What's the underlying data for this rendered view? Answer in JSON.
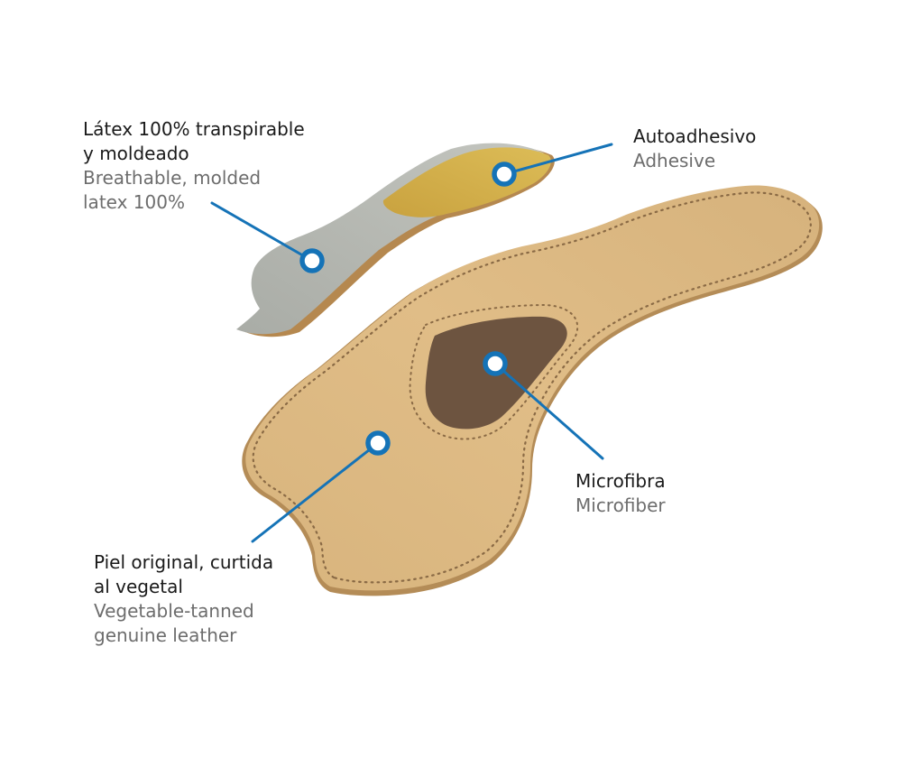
{
  "colors": {
    "callout_line": "#1573b7",
    "leather": "#dcb881",
    "latex": "#b6b8b2",
    "adhesive": "#d4b24a",
    "microfiber": "#6e5642"
  },
  "callouts": {
    "latex": {
      "es": [
        "Látex 100% transpirable",
        "y moldeado"
      ],
      "en": [
        "Breathable, molded",
        "latex 100%"
      ]
    },
    "adhesive": {
      "es": [
        "Autoadhesivo"
      ],
      "en": [
        "Adhesive"
      ]
    },
    "microfiber": {
      "es": [
        "Microfibra"
      ],
      "en": [
        "Microfiber"
      ]
    },
    "leather": {
      "es": [
        "Piel original, curtida",
        "al vegetal"
      ],
      "en": [
        "Vegetable-tanned",
        "genuine leather"
      ]
    }
  }
}
